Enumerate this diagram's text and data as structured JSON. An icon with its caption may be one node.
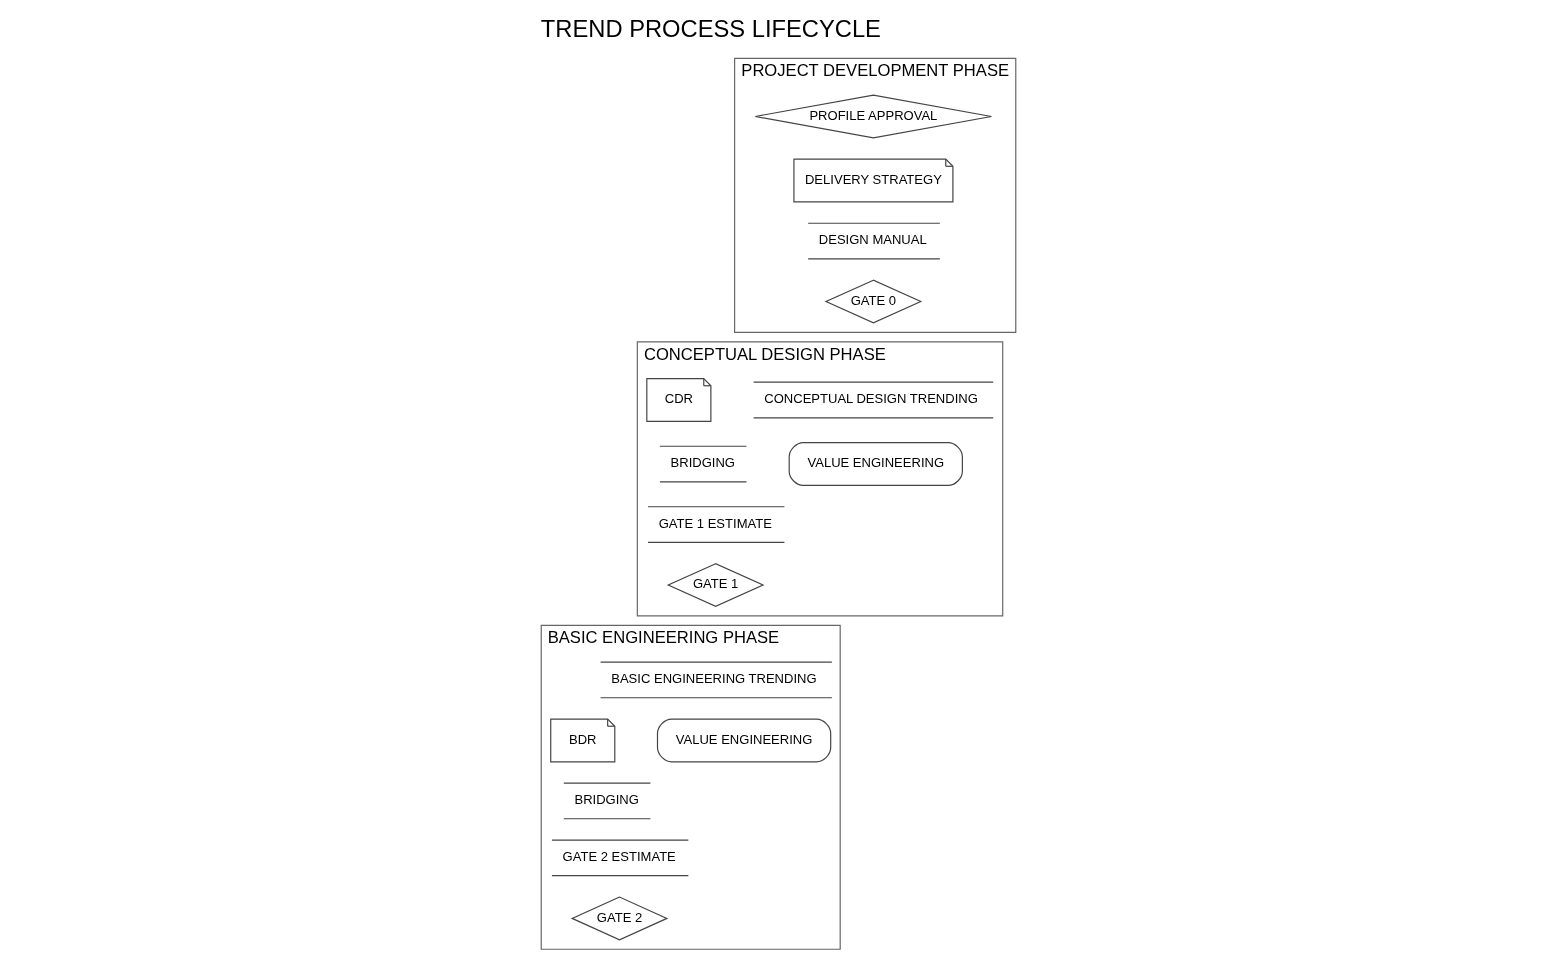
{
  "diagram": {
    "title": "TREND PROCESS LIFECYCLE",
    "nodes": [
      {
        "text": [
          "PROJECT DEVELOPMENT PHASE"
        ]
      },
      {
        "text": [
          "PROFILE APPROVAL"
        ],
        "in": 0
      },
      {
        "text": [
          "DELIVERY STRATEGY"
        ],
        "in": 0
      },
      {
        "text": [
          "DESIGN MANUAL"
        ],
        "in": 0
      },
      {
        "text": [
          "GATE 0"
        ],
        "in": 0
      },
      {
        "text": [
          "CONCEPTUAL DESIGN PHASE"
        ]
      },
      {
        "text": [
          "CONCEPTUAL DESIGN TRENDING"
        ],
        "in": 5
      },
      {
        "text": [
          "CDR"
        ],
        "in": 5
      },
      {
        "text": [
          "VALUE ENGINEERING"
        ],
        "in": 5
      },
      {
        "text": [
          "BRIDGING"
        ],
        "in": 5
      },
      {
        "text": [
          "GATE 1 ESTIMATE"
        ],
        "in": 5
      },
      {
        "text": [
          "GATE 1"
        ],
        "in": 5
      },
      {
        "text": [
          "BASIC ENGINEERING PHASE"
        ]
      },
      {
        "text": [
          "BASIC ENGINEERING TRENDING"
        ],
        "in": 12
      },
      {
        "text": [
          "VALUE ENGINEERING"
        ],
        "in": 12
      },
      {
        "text": [
          "BRIDGING"
        ],
        "in": 12
      },
      {
        "text": [
          "BDR"
        ],
        "in": 12
      },
      {
        "text": [
          "GATE 2 ESTIMATE"
        ],
        "in": 12
      },
      {
        "text": [
          "GATE 2"
        ],
        "in": 12
      }
    ]
  }
}
